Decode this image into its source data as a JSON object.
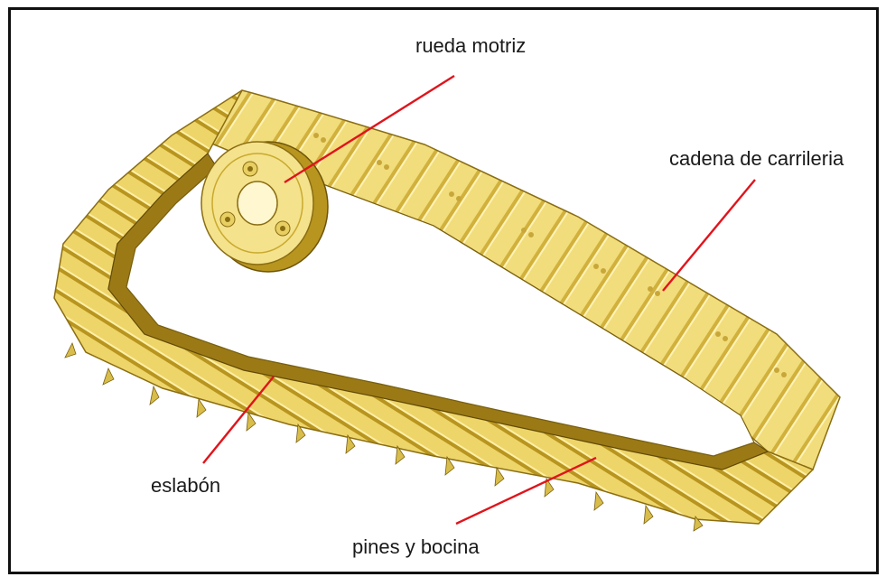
{
  "labels": {
    "drive_wheel": "rueda motriz",
    "track_chain": "cadena de carrileria",
    "link": "eslabón",
    "pins_bushing": "pines y bocina"
  },
  "colors": {
    "track_fill": "#f2dd7c",
    "track_dark": "#c9a92e",
    "track_shadow": "#8a6d12",
    "leader_line": "#e0141c"
  }
}
